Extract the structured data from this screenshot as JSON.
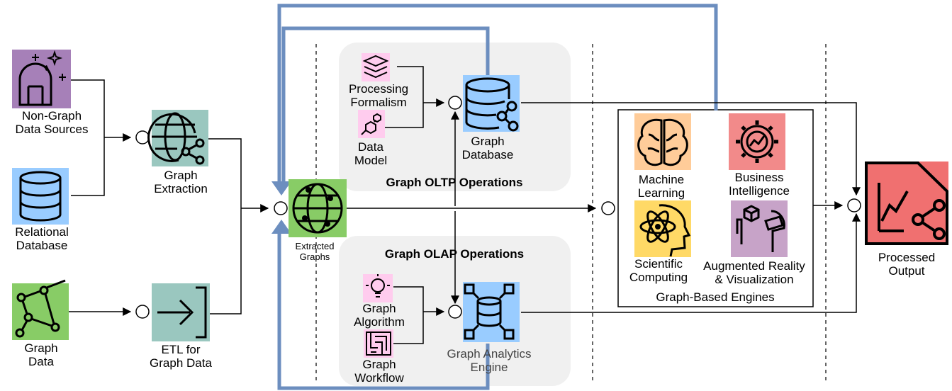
{
  "colors": {
    "edge_blue": "#6c8ebf",
    "panel_gray": "#f0f0f0",
    "purple": "#a680b8",
    "blue": "#99ccff",
    "teal": "#9ac7bf",
    "green": "#88cc66",
    "pink": "#ffccee",
    "orange": "#ffcc99",
    "red": "#f28a8a",
    "yellow": "#ffd966",
    "mauve": "#c7a3c8",
    "output_red": "#f07070"
  },
  "nodes": {
    "non_graph_sources": {
      "label": "Non-Graph\nData Sources",
      "icon": "observatory-icon"
    },
    "relational_db": {
      "label": "Relational\nDatabase",
      "icon": "database-icon"
    },
    "graph_data": {
      "label": "Graph\nData",
      "icon": "graph-network-icon"
    },
    "graph_extraction": {
      "label": "Graph\nExtraction",
      "icon": "globe-share-icon"
    },
    "etl": {
      "label": "ETL for\nGraph Data",
      "icon": "arrow-into-bracket-icon"
    },
    "extracted_graphs": {
      "label": "Extracted\nGraphs",
      "icon": "network-globe-icon"
    },
    "processing_formalism": {
      "label": "Processing\nFormalism",
      "icon": "layers-icon"
    },
    "data_model": {
      "label": "Data\nModel",
      "icon": "molecule-icon"
    },
    "graph_database": {
      "label": "Graph\nDatabase",
      "icon": "database-share-icon"
    },
    "graph_algorithm": {
      "label": "Graph\nAlgorithm",
      "icon": "lightbulb-icon"
    },
    "graph_workflow": {
      "label": "Graph\nWorkflow",
      "icon": "maze-icon"
    },
    "graph_analytics_engine": {
      "label": "Graph Analytics\nEngine",
      "icon": "distributed-database-icon"
    },
    "machine_learning": {
      "label": "Machine\nLearning",
      "icon": "brain-icon"
    },
    "business_intelligence": {
      "label": "Business\nIntelligence",
      "icon": "gear-chart-icon"
    },
    "scientific_computing": {
      "label": "Scientific\nComputing",
      "icon": "atom-head-icon"
    },
    "ar_visualization": {
      "label": "Augmented Reality\n& Visualization",
      "icon": "ar-headset-icon"
    },
    "processed_output": {
      "label": "Processed\nOutput",
      "icon": "chart-share-icon"
    }
  },
  "groups": {
    "oltp": "Graph OLTP Operations",
    "olap": "Graph OLAP Operations",
    "engines": "Graph-Based Engines"
  }
}
